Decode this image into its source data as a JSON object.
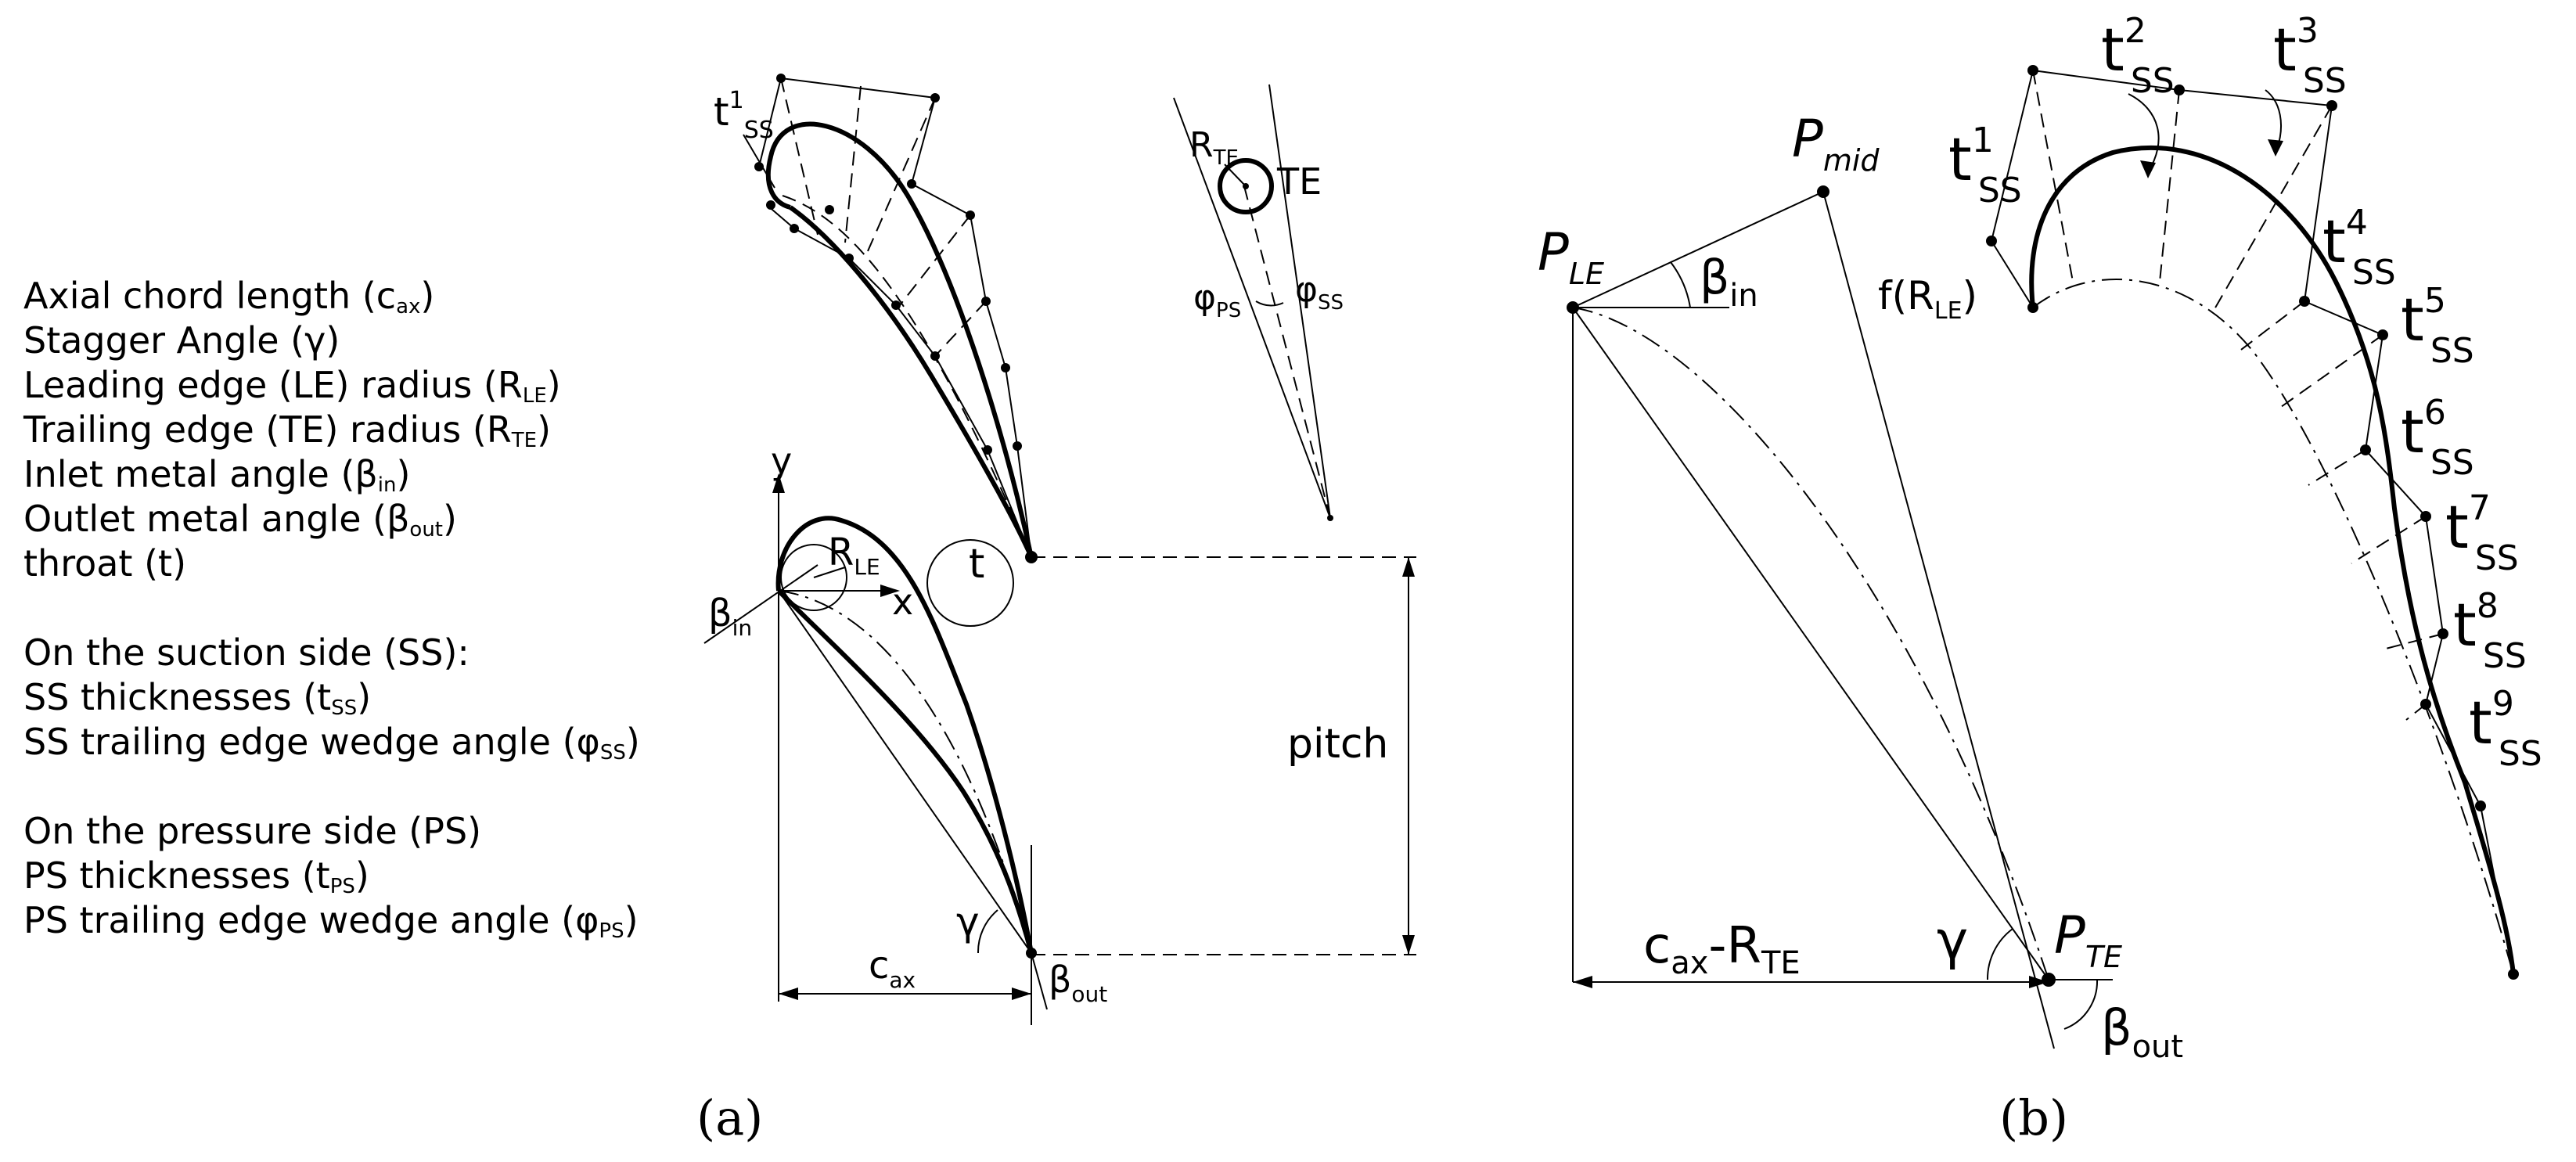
{
  "legend": {
    "axial_chord": "Axial chord length (c",
    "axial_chord_sub": "ax",
    "stagger": "Stagger Angle (γ)",
    "le_radius": "Leading edge (LE) radius (R",
    "le_radius_sub": "LE",
    "te_radius": "Trailing edge (TE) radius (R",
    "te_radius_sub": "TE",
    "inlet_angle": "Inlet metal angle (β",
    "inlet_angle_sub": "in",
    "outlet_angle": "Outlet metal angle (β",
    "outlet_angle_sub": "out",
    "throat": "throat (t)",
    "ss_header": "On the suction side (SS):",
    "ss_thick": "SS thicknesses (t",
    "ss_thick_sub": "SS",
    "ss_wedge": "SS trailing edge wedge angle (φ",
    "ss_wedge_sub": "SS",
    "ps_header": "On the pressure side (PS)",
    "ps_thick": "PS thicknesses (t",
    "ps_thick_sub": "PS",
    "ps_wedge": "PS trailing edge wedge angle (φ",
    "ps_wedge_sub": "PS",
    "close_paren": ")"
  },
  "panel_a": {
    "caption": "(a)",
    "t1": "t",
    "t1_sup": "1",
    "t1_sub": "SS",
    "y_axis": "y",
    "x_axis": "x",
    "r_le": "R",
    "r_le_sub": "LE",
    "throat": "t",
    "beta_in": "β",
    "beta_in_sub": "in",
    "pitch": "pitch",
    "gamma": "γ",
    "cax": "c",
    "cax_sub": "ax",
    "beta_out": "β",
    "beta_out_sub": "out",
    "r_te": "R",
    "r_te_sub": "TE",
    "te": "TE",
    "phi_ps": "φ",
    "phi_ps_sub": "PS",
    "phi_ss": "φ",
    "phi_ss_sub": "SS"
  },
  "panel_b": {
    "caption": "(b)",
    "p_le": "P",
    "p_le_sub": "LE",
    "p_mid": "P",
    "p_mid_sub": "mid",
    "beta_in": "β",
    "beta_in_sub": "in",
    "f_rle": "f(R",
    "f_rle_sub": "LE",
    "f_rle_close": ")",
    "cax_rte": "c",
    "cax_rte_sub1": "ax",
    "cax_rte_mid": "-R",
    "cax_rte_sub2": "TE",
    "gamma": "γ",
    "p_te": "P",
    "p_te_sub": "TE",
    "beta_out": "β",
    "beta_out_sub": "out",
    "t_main": "t",
    "t_sub": "SS",
    "t_sups": [
      "1",
      "2",
      "3",
      "4",
      "5",
      "6",
      "7",
      "8",
      "9"
    ]
  }
}
